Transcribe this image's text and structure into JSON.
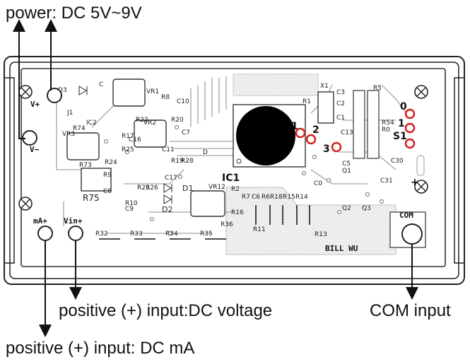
{
  "callouts": {
    "power": "power: DC 5V~9V",
    "voltage_input": "positive (+) input:DC voltage",
    "com_input": "COM input",
    "ma_input": "positive (+) input: DC mA"
  },
  "board": {
    "pins": {
      "v_plus": "V+",
      "v_minus": "V−",
      "ma_plus": "mA+",
      "vin_plus": "Vin+",
      "com": "COM"
    },
    "decimal_points": {
      "dp1": "1",
      "dp2": "2",
      "dp3": "3"
    },
    "jumper": {
      "zero": "0",
      "one": "1",
      "s1": "S1"
    },
    "ic_label": "IC1",
    "signature": "BILL WU",
    "components": {
      "D3": "D3",
      "J1": "J1",
      "C": "C",
      "VR1": "VR1",
      "R8": "R8",
      "C10": "C10",
      "R22": "R22",
      "R20": "R20",
      "C7": "C7",
      "VR2": "VR2",
      "R17": "R17",
      "IC2": "IC2",
      "R74": "R74",
      "VR3": "VR3",
      "R25": "R25",
      "C11": "C11",
      "R19": "R19",
      "R28": "R28",
      "D": "D",
      "R24": "R24",
      "C16": "C16",
      "R73": "R73",
      "R9": "R9",
      "C17": "C17",
      "R75": "R75",
      "C8": "C8",
      "R23": "R23",
      "R26": "R26",
      "R10": "R10",
      "C9": "C9",
      "D2": "D2",
      "D1": "D1",
      "VR12": "VR12",
      "R2": "R2",
      "R7": "R7",
      "C6": "C6",
      "R6": "R6",
      "R18": "R18",
      "R15": "R15",
      "R14": "R14",
      "R16": "R16",
      "R36": "R36",
      "R11": "R11",
      "R13": "R13",
      "R32": "R32",
      "R33": "R33",
      "R34": "R34",
      "R35": "R35",
      "X1": "X1",
      "R1": "R1",
      "C3": "C3",
      "C2": "C2",
      "C1": "C1",
      "R5": "R5",
      "C13": "C13",
      "C5": "C5",
      "Q1": "Q1",
      "C0": "C0",
      "Q2": "Q2",
      "Q3": "Q3",
      "R54": "R54",
      "R0": "R0",
      "C30": "C30",
      "C31": "C31"
    }
  },
  "colors": {
    "highlight": "#d42020",
    "ink": "#111111",
    "board": "#ffffff",
    "trace": "#b4b4b4"
  }
}
